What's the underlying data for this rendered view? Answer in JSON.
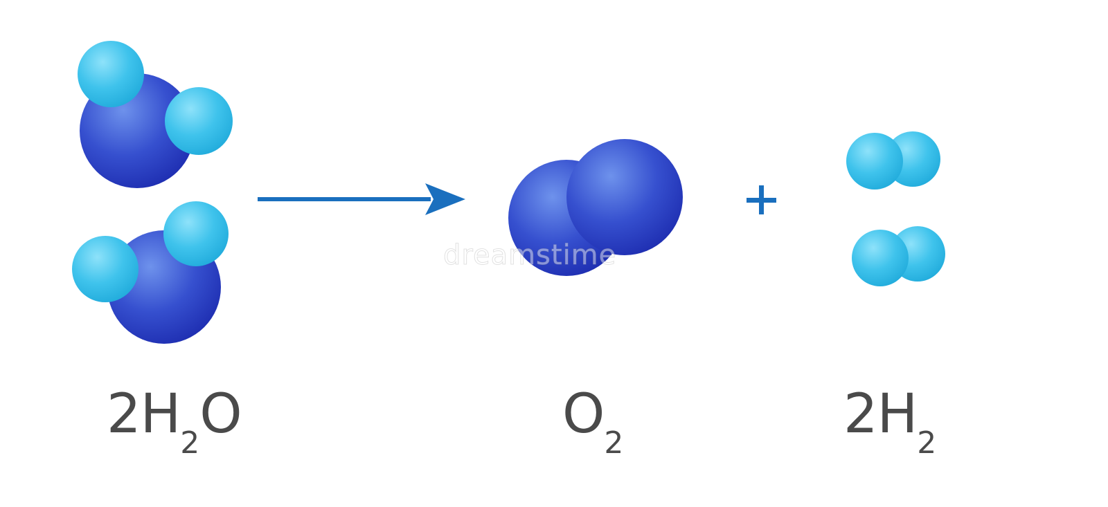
{
  "reaction": {
    "reactant": {
      "coefficient": "2",
      "element_1": "H",
      "subscript_1": "2",
      "element_2": "O"
    },
    "product_oxygen": {
      "element": "O",
      "subscript": "2"
    },
    "plus_sign": "+",
    "product_hydrogen": {
      "coefficient": "2",
      "element": "H",
      "subscript": "2"
    }
  },
  "watermark": "dreamstime",
  "colors": {
    "oxygen_atom": "#2f46c8",
    "hydrogen_atom": "#3cc0ea",
    "arrow": "#1a6fbe",
    "formula_text": "#4a4a4a"
  },
  "icons": {
    "arrow": "right-arrow-icon"
  }
}
